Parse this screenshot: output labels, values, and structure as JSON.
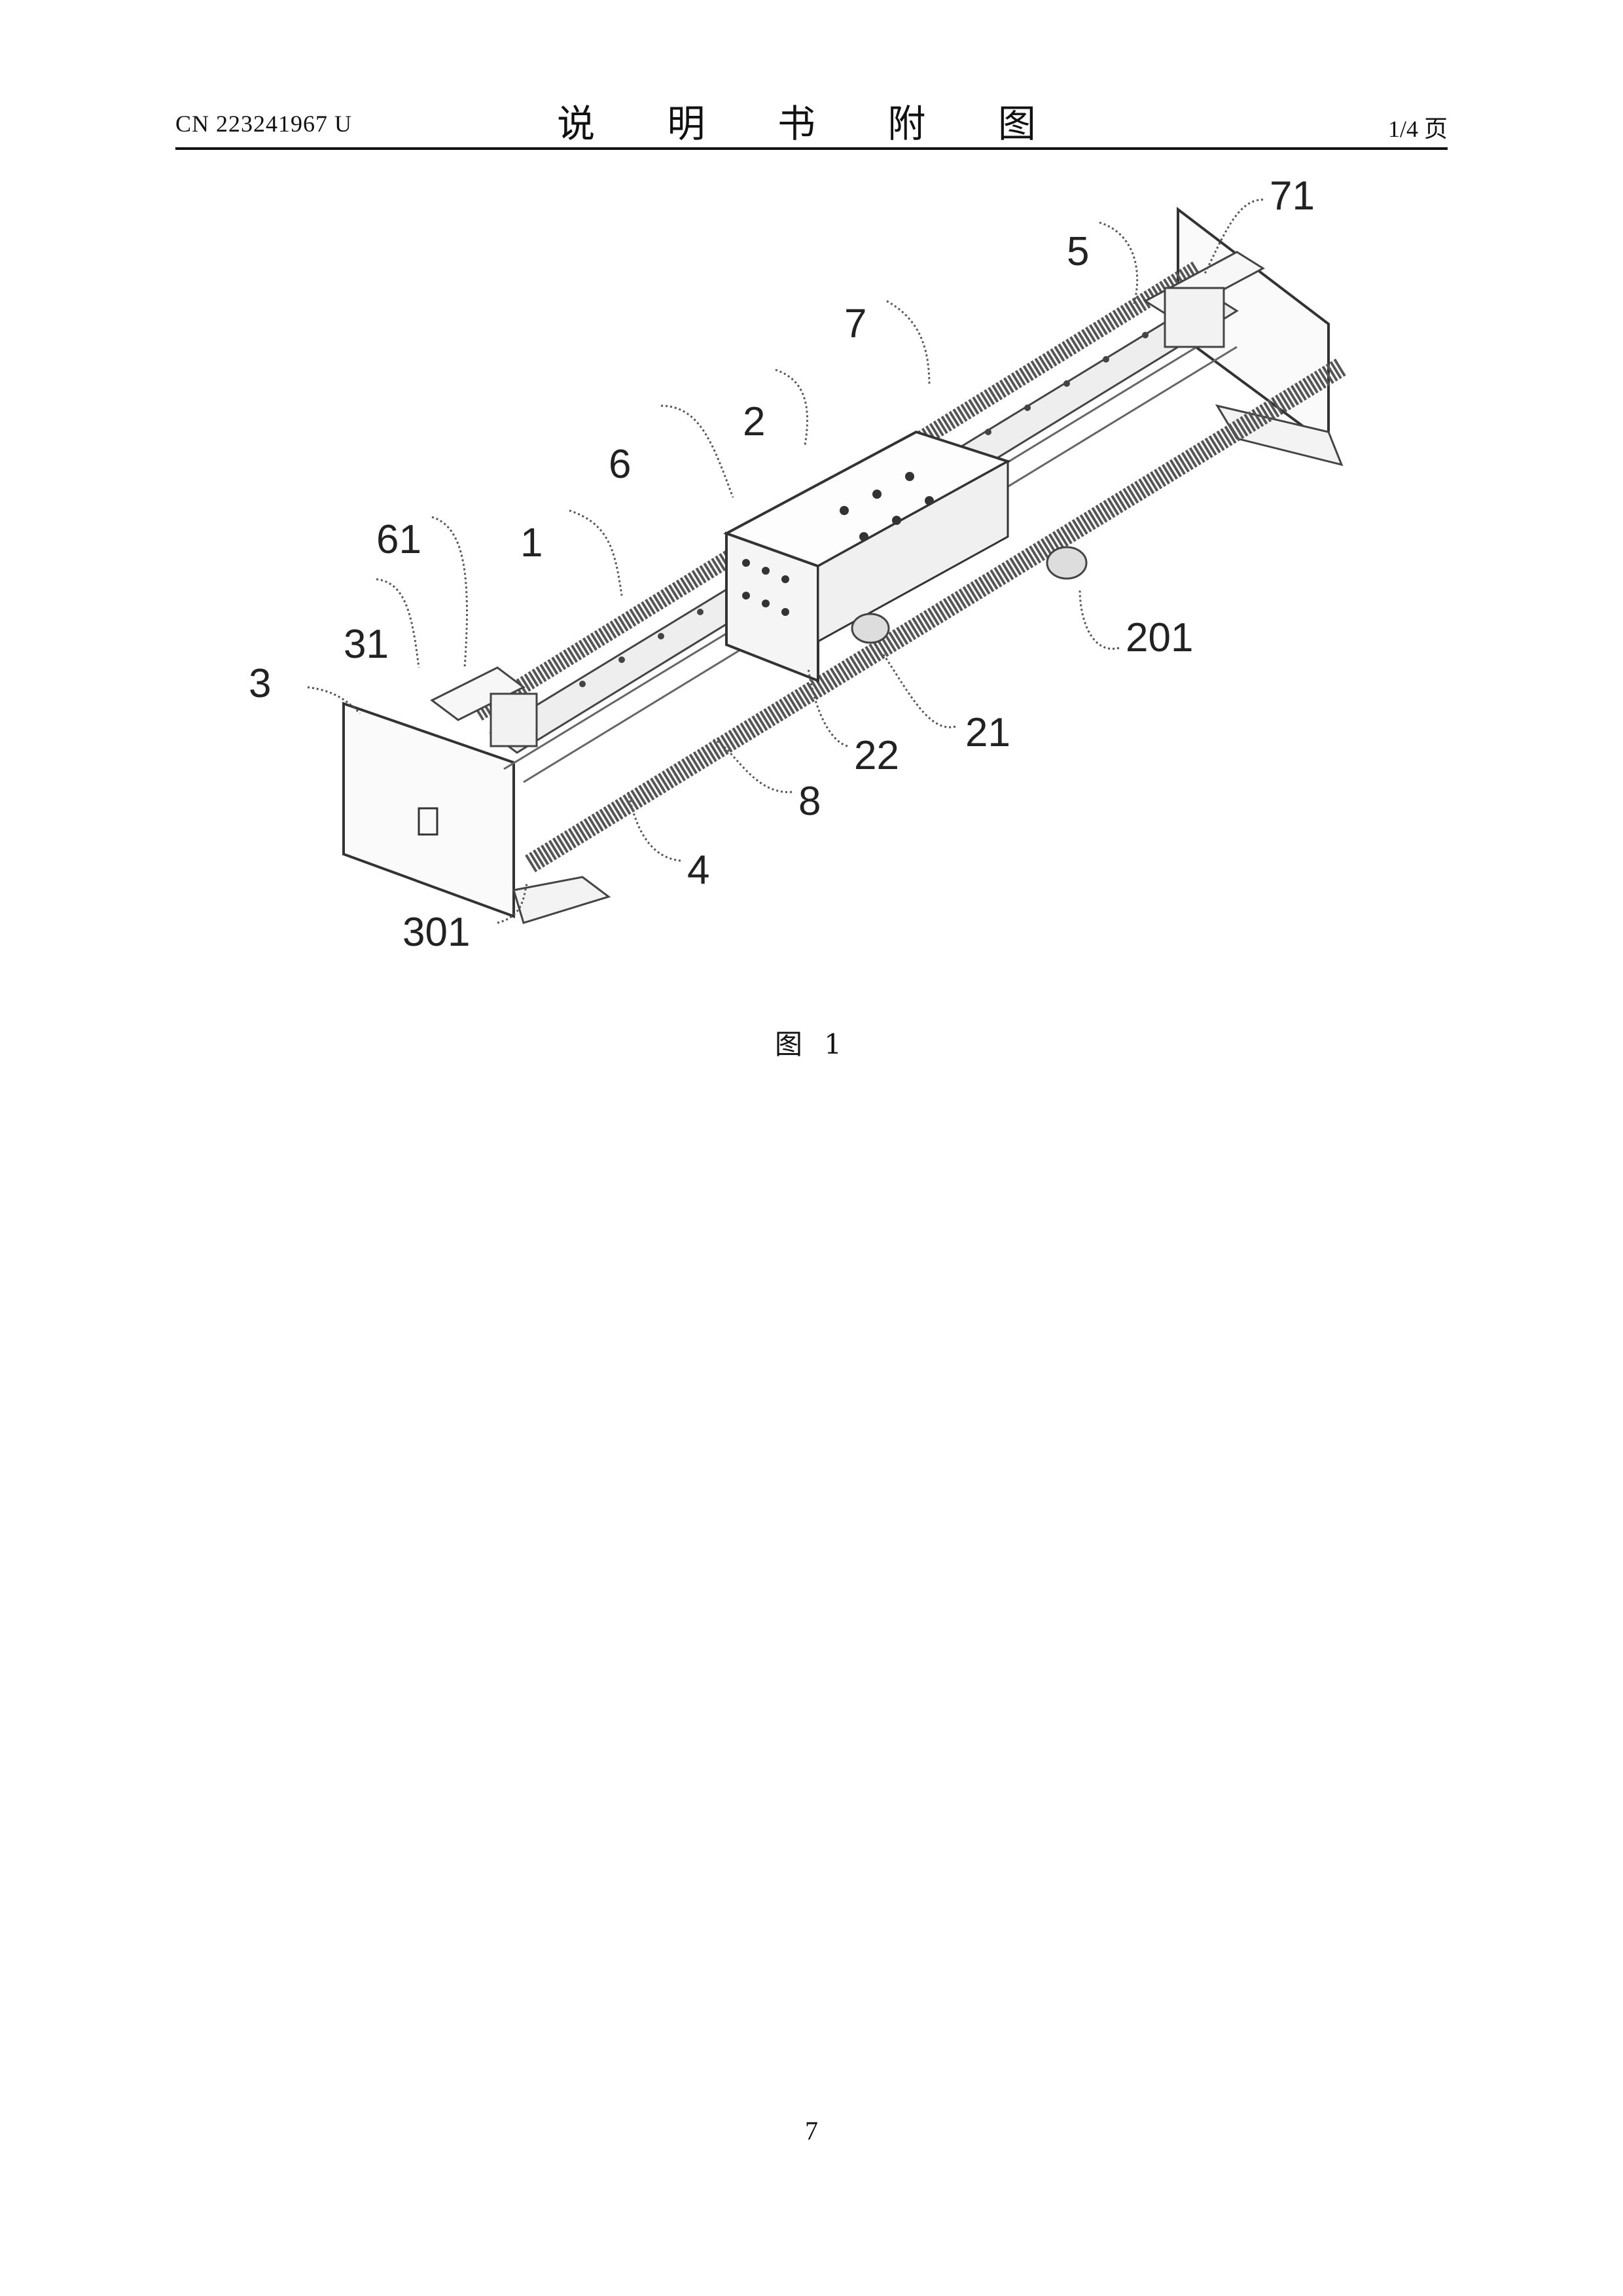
{
  "header": {
    "patent_number": "CN 223241967 U",
    "title": "说 明 书 附 图",
    "page_of_total": "1/4 页"
  },
  "figure": {
    "caption": "图 1",
    "reference_labels": [
      "71",
      "5",
      "7",
      "2",
      "6",
      "61",
      "1",
      "31",
      "3",
      "201",
      "21",
      "22",
      "8",
      "4",
      "301"
    ]
  },
  "footer": {
    "page_number": "7"
  }
}
